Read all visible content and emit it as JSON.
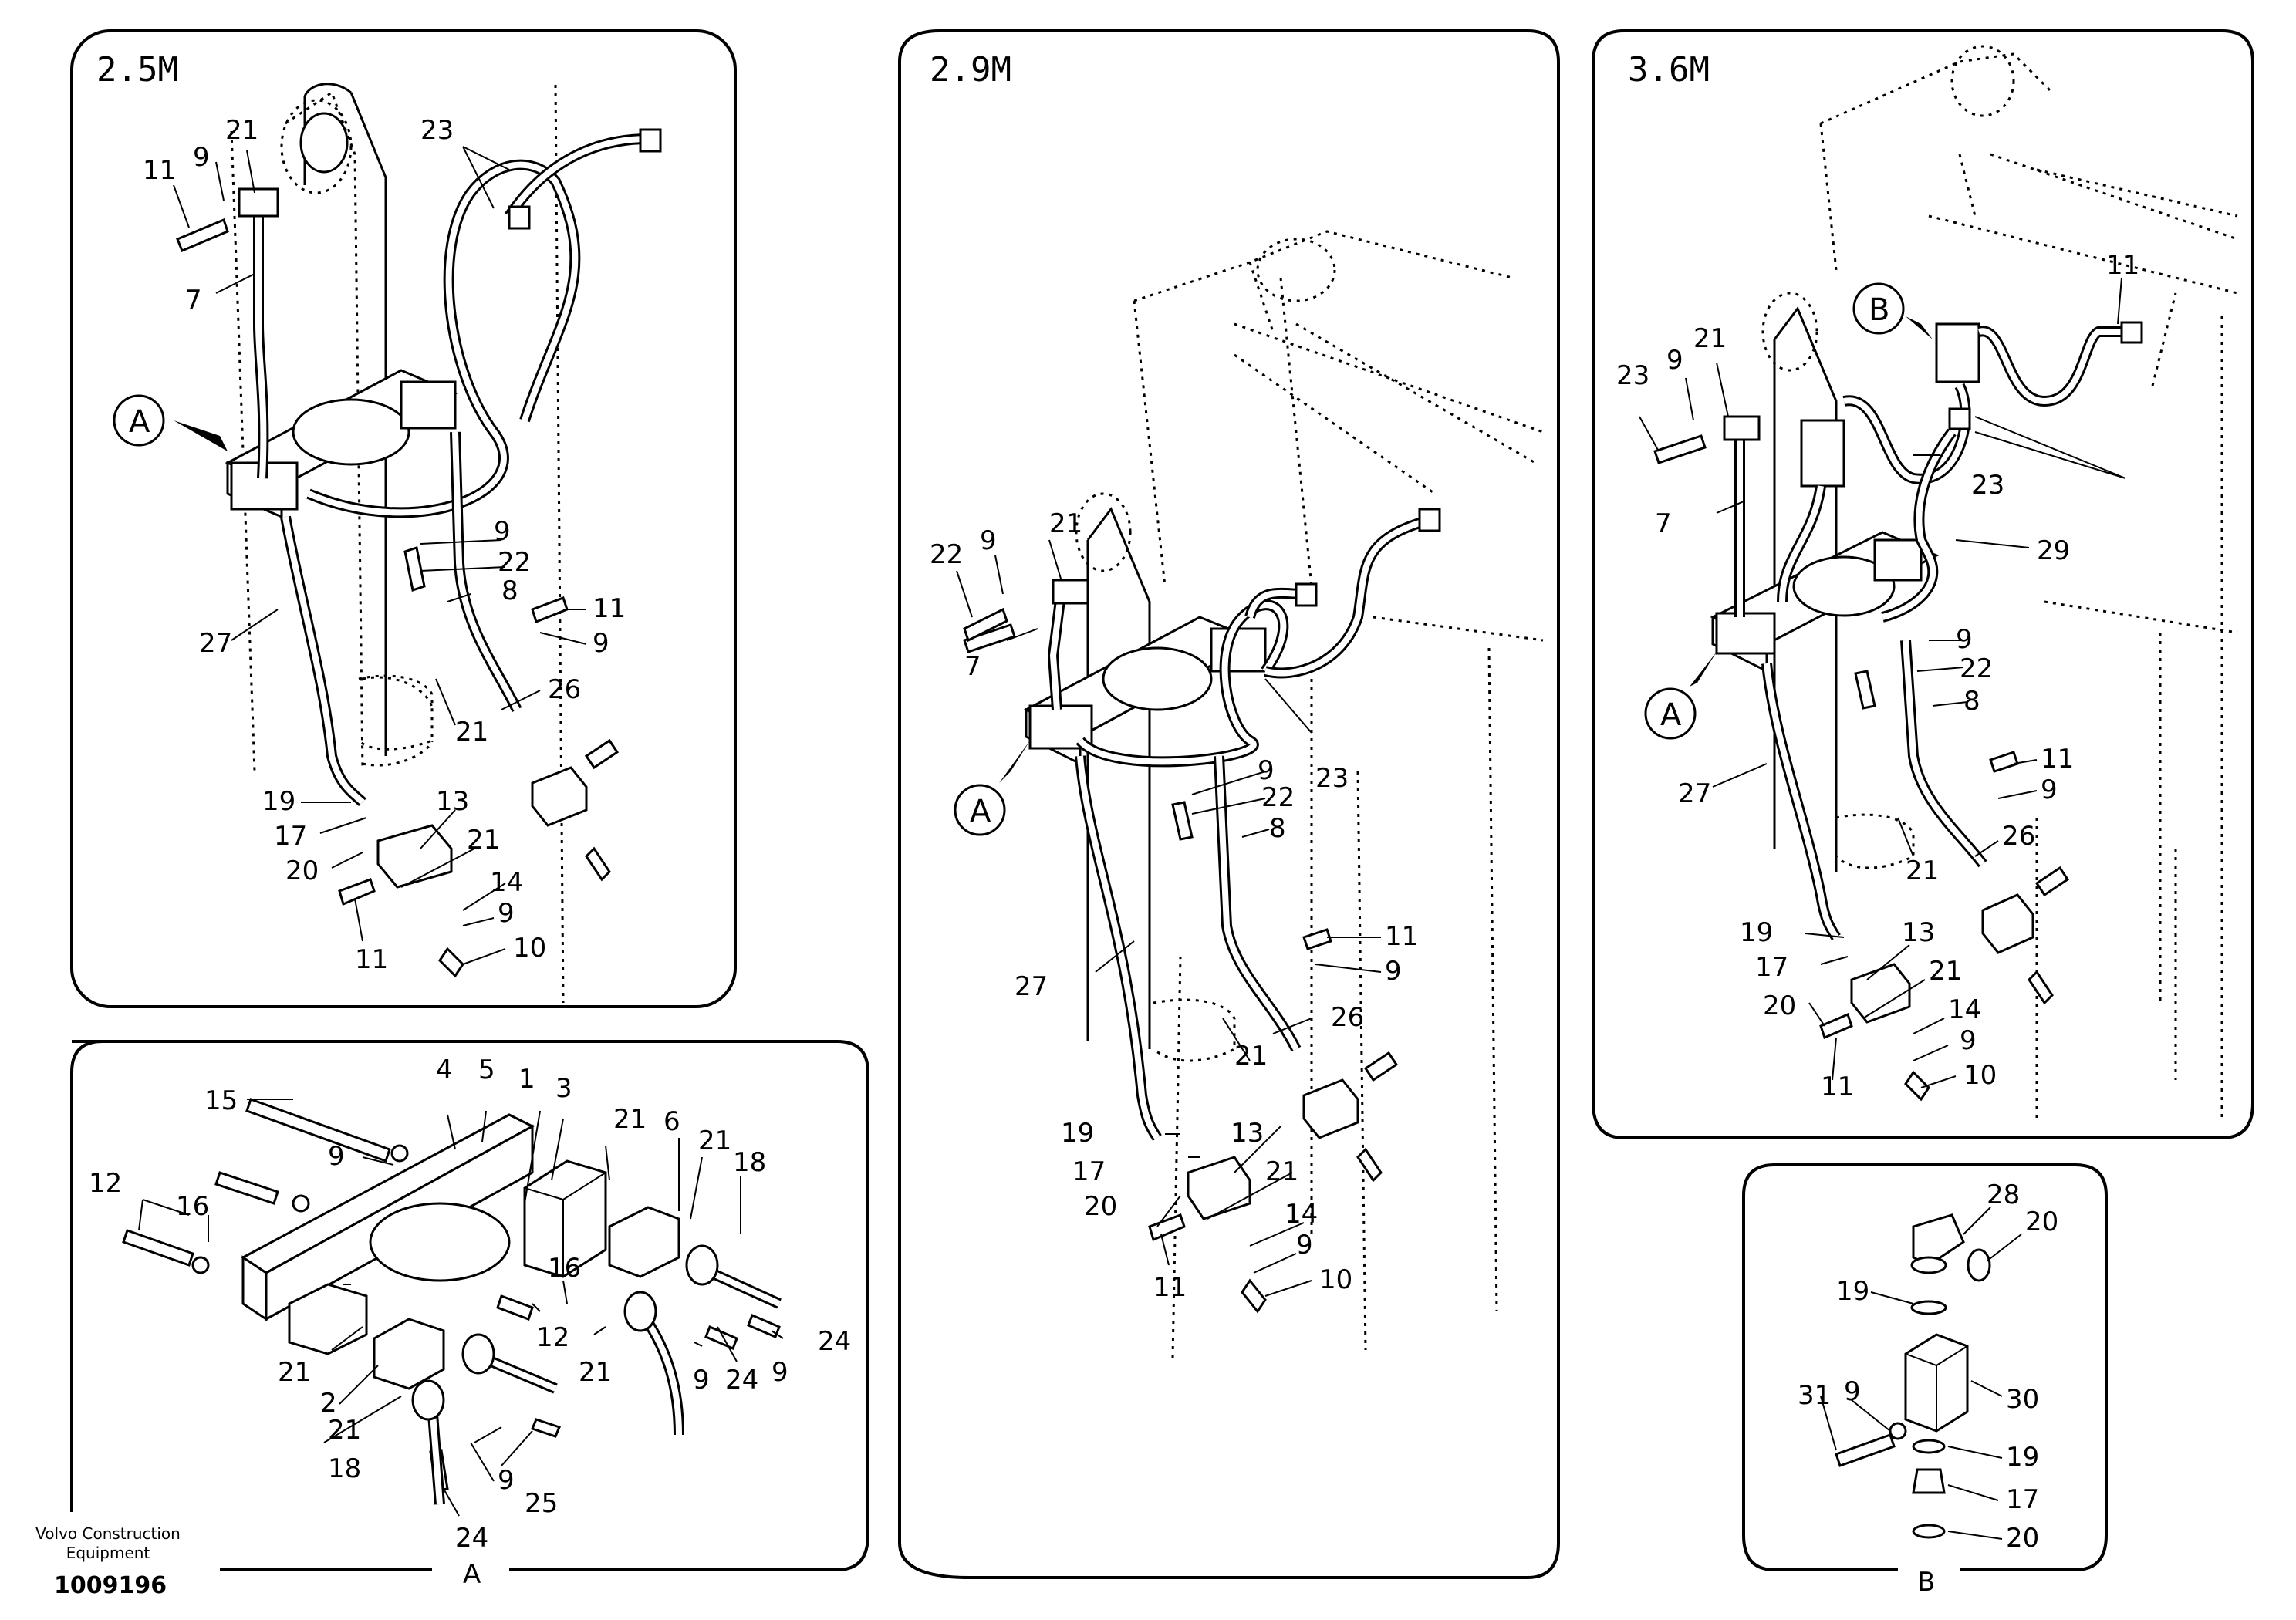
{
  "panels": {
    "p25": {
      "title": "2.5M"
    },
    "p29": {
      "title": "2.9M"
    },
    "p36": {
      "title": "3.6M"
    }
  },
  "markers": {
    "a": "A",
    "b": "B"
  },
  "detail_a": {
    "caption": "A"
  },
  "detail_b": {
    "caption": "B"
  },
  "footer": {
    "brand_line1": "Volvo Construction",
    "brand_line2": "Equipment",
    "doc_number": "1009196"
  },
  "labels": {
    "p25": [
      "11",
      "9",
      "21",
      "23",
      "7",
      "9",
      "22",
      "8",
      "11",
      "9",
      "27",
      "26",
      "21",
      "19",
      "17",
      "13",
      "21",
      "20",
      "14",
      "9",
      "11",
      "10"
    ],
    "p29": [
      "21",
      "22",
      "9",
      "7",
      "9",
      "22",
      "23",
      "8",
      "11",
      "9",
      "27",
      "26",
      "21",
      "19",
      "13",
      "17",
      "21",
      "20",
      "14",
      "9",
      "11",
      "10"
    ],
    "p36": [
      "23",
      "21",
      "9",
      "11",
      "7",
      "23",
      "29",
      "9",
      "22",
      "8",
      "11",
      "9",
      "27",
      "26",
      "21",
      "19",
      "13",
      "17",
      "21",
      "20",
      "14",
      "9",
      "11",
      "10"
    ],
    "a": [
      "15",
      "4",
      "5",
      "1",
      "3",
      "9",
      "21",
      "6",
      "21",
      "18",
      "12",
      "16",
      "16",
      "12",
      "21",
      "24",
      "21",
      "2",
      "9",
      "24",
      "9",
      "21",
      "18",
      "9",
      "25",
      "24"
    ],
    "b": [
      "28",
      "20",
      "19",
      "9",
      "30",
      "31",
      "19",
      "17",
      "20"
    ]
  },
  "colors": {
    "ink": "#000000",
    "paper": "#ffffff"
  }
}
